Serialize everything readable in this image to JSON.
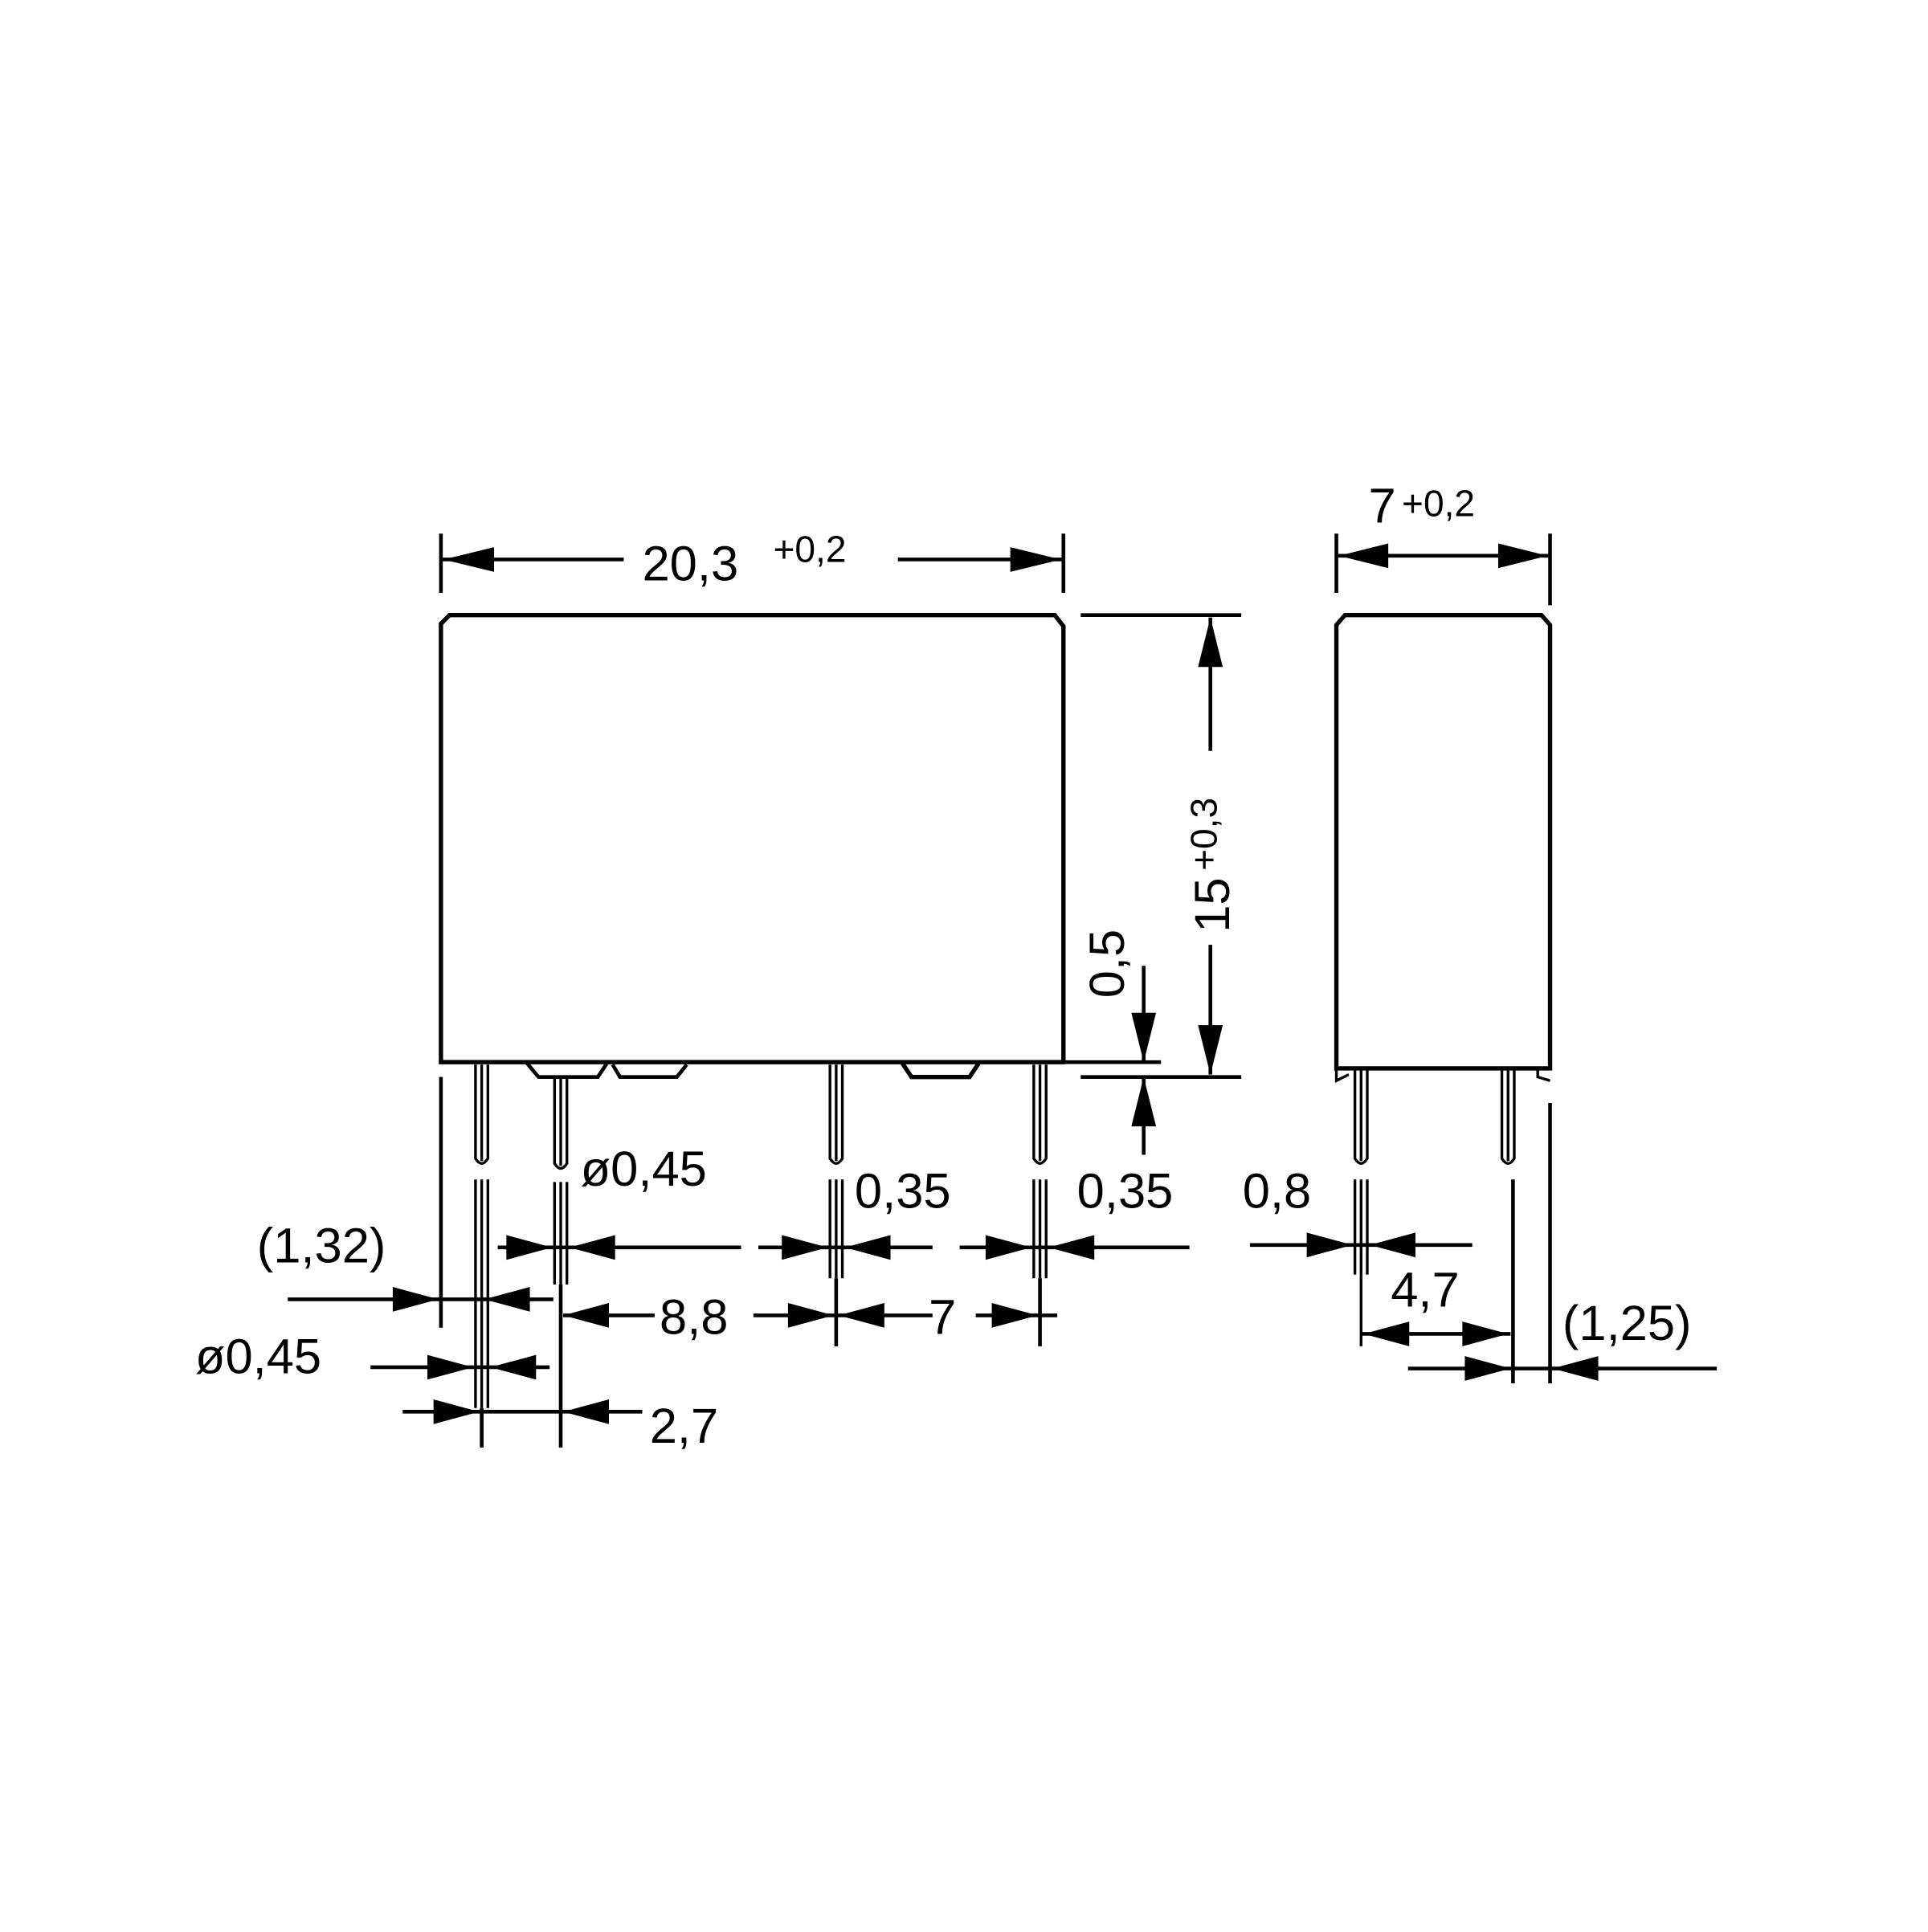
{
  "drawing": {
    "type": "relay dimensional drawing",
    "front_view": {
      "width": {
        "value": "20,3",
        "tolerance": "+0,2"
      },
      "height": {
        "value": "15",
        "tolerance": "+0,3"
      },
      "standoff": "0,5",
      "pin_diameter_left": "ø0,45",
      "pin_diameter_top": "ø0,45",
      "pin_width_3": "0,35",
      "pin_width_4": "0,35",
      "offset_left": "(1,32)",
      "pitch_1_2": "2,7",
      "pitch_2_3": "8,8",
      "pitch_3_4": "7"
    },
    "side_view": {
      "width": {
        "value": "7",
        "tolerance": "+0,2"
      },
      "pin_thickness": "0,8",
      "pin_spacing": "4,7",
      "offset_right": "(1,25)"
    }
  },
  "colors": {
    "line": "#000000",
    "background": "#ffffff"
  }
}
